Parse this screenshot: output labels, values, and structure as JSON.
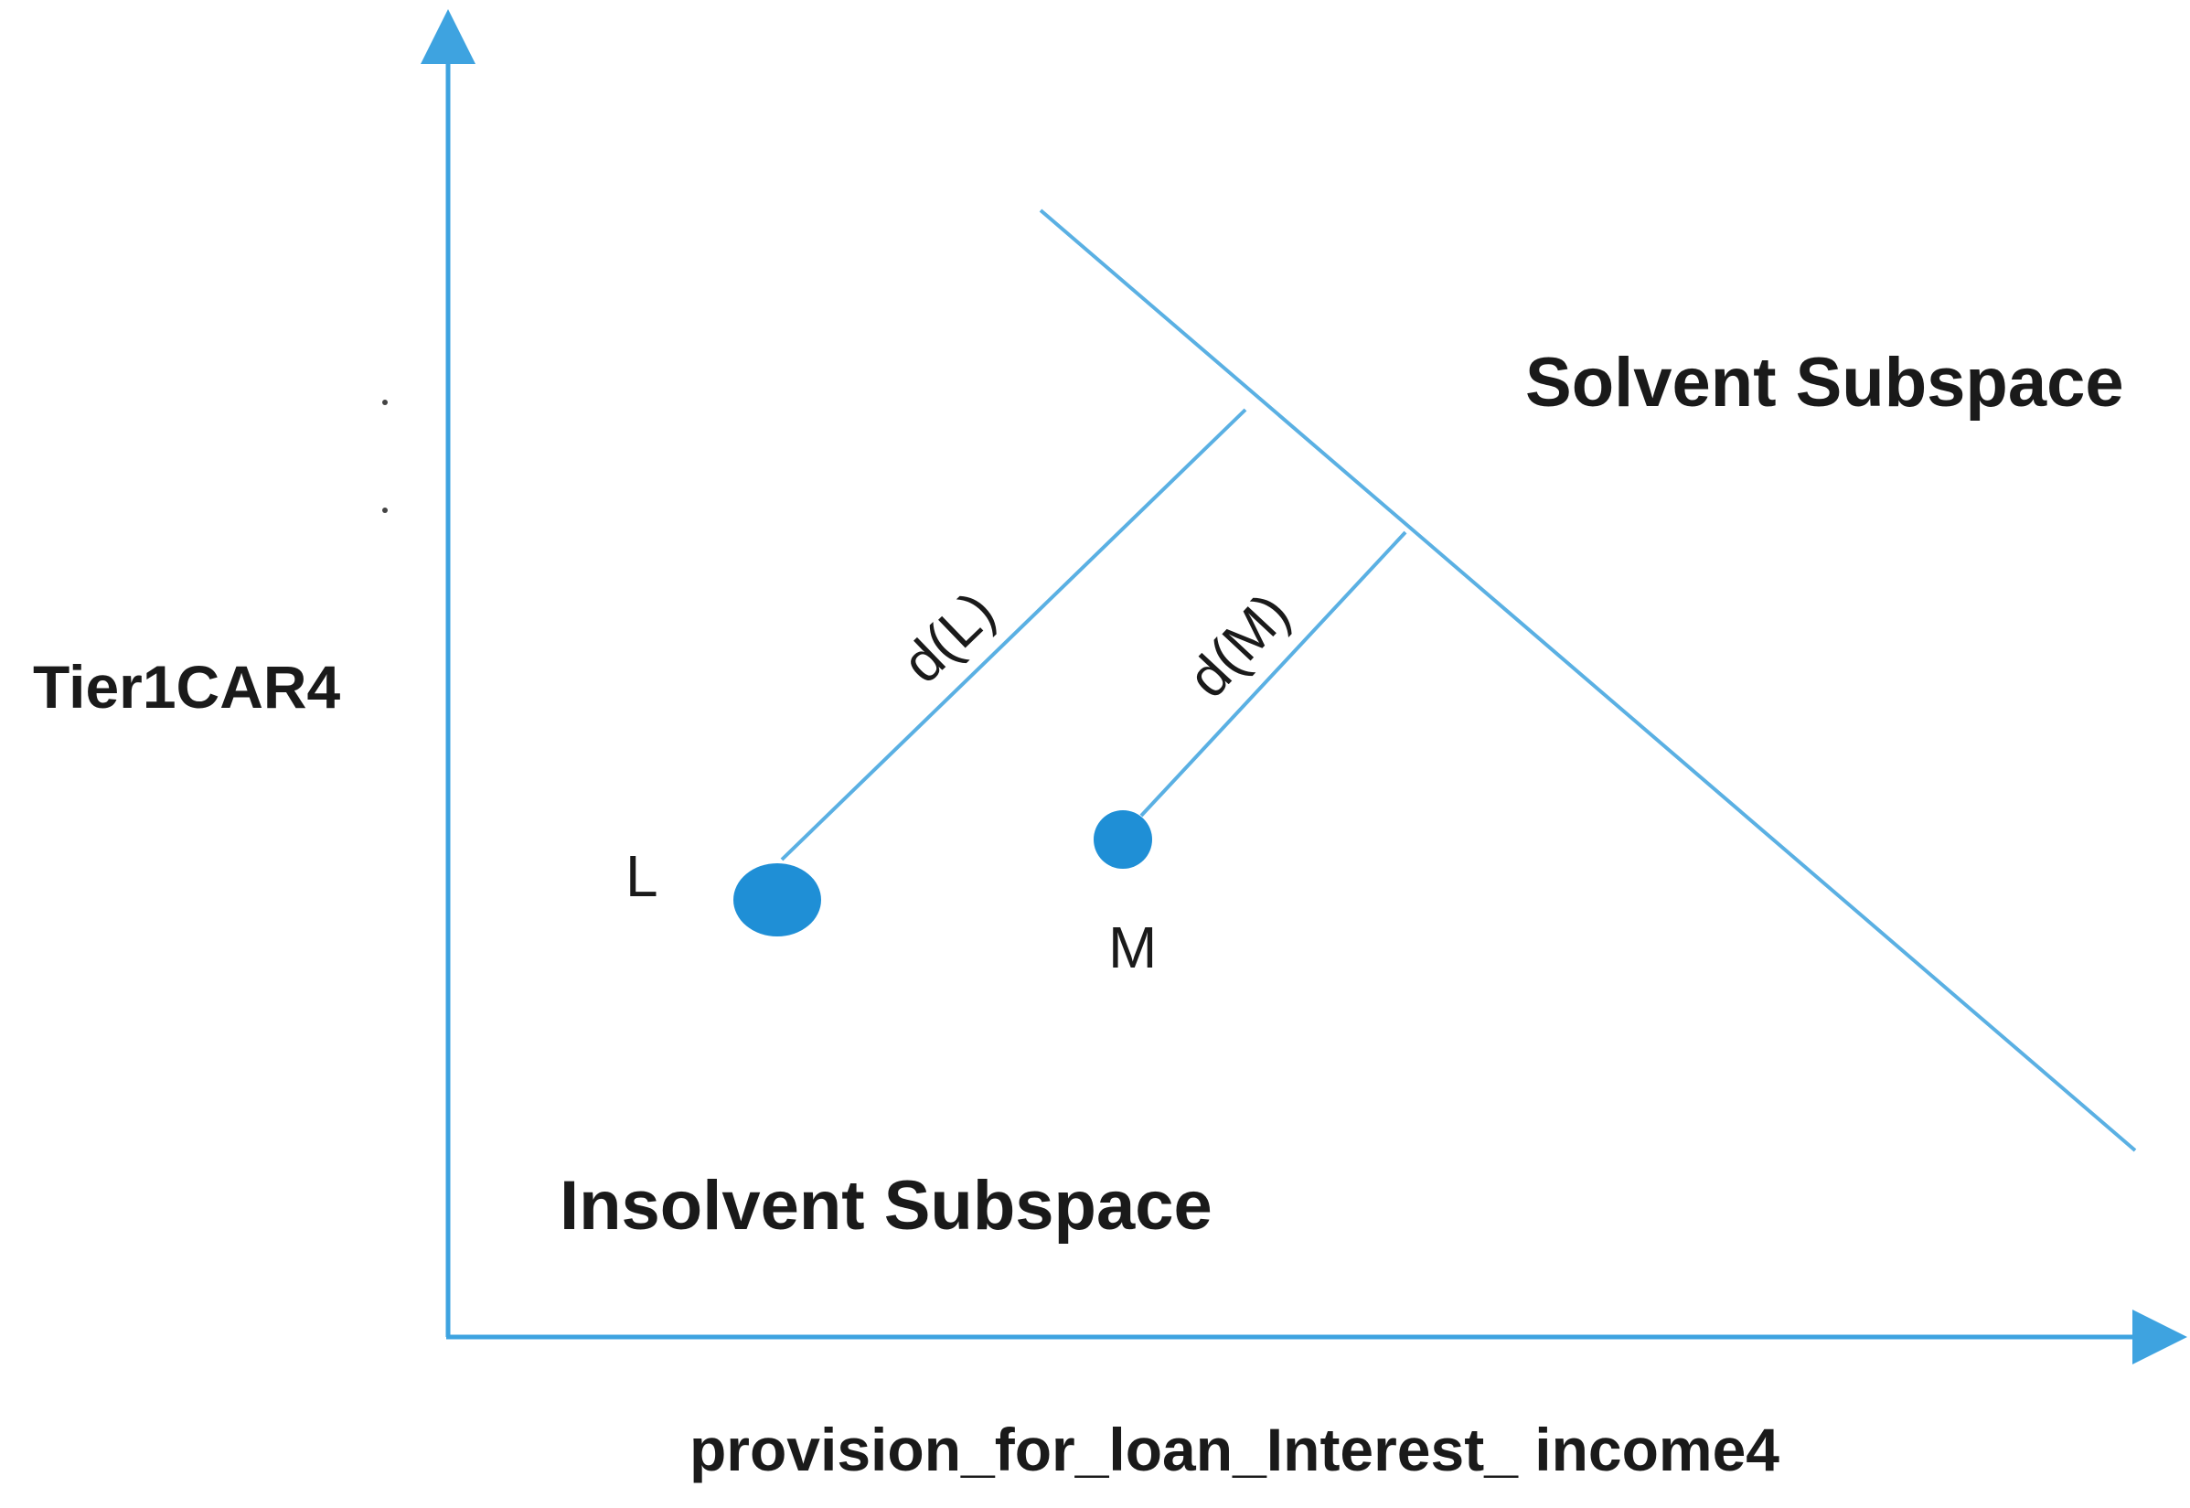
{
  "diagram": {
    "y_axis_label": "Tier1CAR4",
    "x_axis_label": "provision_for_loan_Interest_ income4",
    "regions": {
      "solvent": "Solvent Subspace",
      "insolvent": "Insolvent Subspace"
    },
    "points": {
      "L": "L",
      "M": "M"
    },
    "distances": {
      "L": "d(L)",
      "M": "d(M)"
    },
    "colors": {
      "line": "#5ab0e3",
      "axis": "#3ea3e0",
      "point": "#1f8fd6",
      "text": "#1a1a1a"
    }
  }
}
